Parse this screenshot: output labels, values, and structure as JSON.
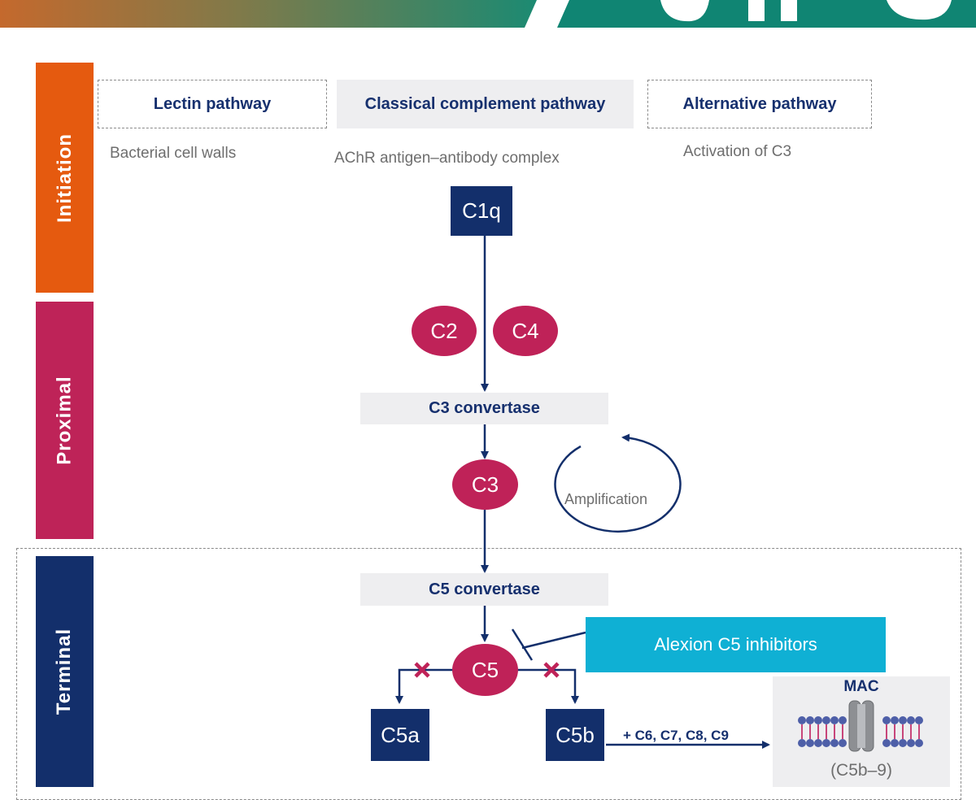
{
  "colors": {
    "initiation": "#e55a0f",
    "proximal": "#be2358",
    "terminal": "#132f6b",
    "navy": "#132f6b",
    "crimson": "#bf2258",
    "inhibitor": "#0fb0d4",
    "shade": "#eeeef0"
  },
  "stages": {
    "initiation": "Initiation",
    "proximal": "Proximal",
    "terminal": "Terminal"
  },
  "pathways": {
    "lectin": {
      "title": "Lectin pathway",
      "trigger": "Bacterial cell walls"
    },
    "classical": {
      "title": "Classical complement pathway",
      "trigger": "AChR antigen–antibody complex"
    },
    "alternative": {
      "title": "Alternative pathway",
      "trigger": "Activation of C3"
    }
  },
  "nodes": {
    "c1q": "C1q",
    "c2": "C2",
    "c4": "C4",
    "c3_convertase": "C3 convertase",
    "c3": "C3",
    "amplification": "Amplification",
    "c5_convertase": "C5 convertase",
    "c5": "C5",
    "c5a": "C5a",
    "c5b": "C5b",
    "cofactors": "+ C6, C7, C8, C9",
    "inhibitor": "Alexion C5 inhibitors",
    "mac_title": "MAC",
    "mac_subtitle": "(C5b–9)"
  },
  "icons": {
    "block": "x-mark-icon",
    "inhibit": "t-bar-inhibition-icon",
    "membrane": "membrane-pore-icon"
  }
}
